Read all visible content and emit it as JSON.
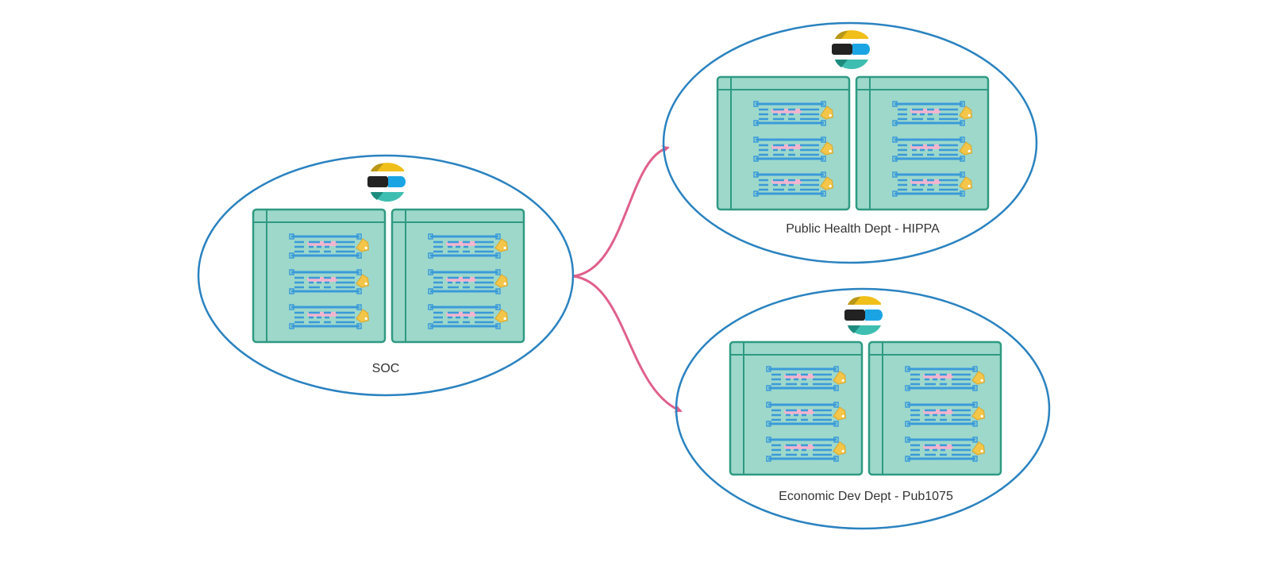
{
  "colors": {
    "ellipse_stroke": "#2a82c0",
    "arrow": "#e0608a",
    "panel_fill": "#9dd8cb",
    "panel_stroke": "#2f9a82",
    "doc_lines": "#3a9ad9",
    "doc_highlight": "#f2b5cf",
    "tag": "#f3c64a",
    "logo_yellow": "#f0bf1a",
    "logo_black": "#222222",
    "logo_blue": "#1ba4e4",
    "logo_teal": "#3ebeb0"
  },
  "clusters": [
    {
      "id": "soc",
      "label": "SOC",
      "icon": "elastic-logo-icon"
    },
    {
      "id": "public-health",
      "label": "Public Health Dept - HIPPA",
      "icon": "elastic-logo-icon"
    },
    {
      "id": "economic-dev",
      "label": "Economic Dev Dept - Pub1075",
      "icon": "elastic-logo-icon"
    }
  ],
  "edges": [
    {
      "from": "soc",
      "to": "public-health"
    },
    {
      "from": "soc",
      "to": "economic-dev"
    }
  ]
}
